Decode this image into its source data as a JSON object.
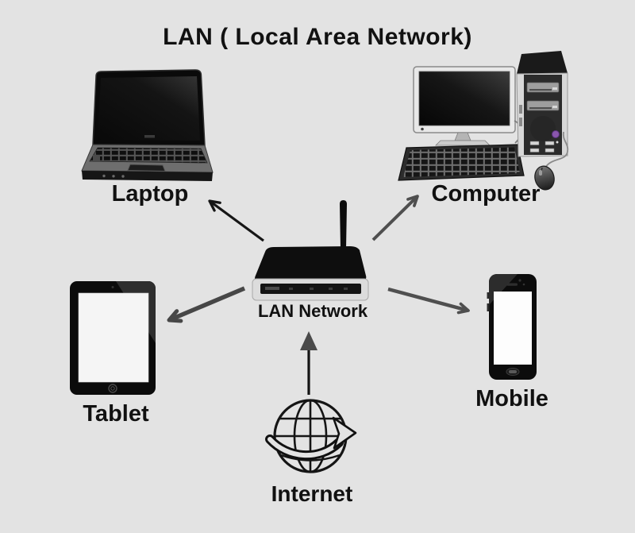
{
  "title": "LAN ( Local Area Network)",
  "router": {
    "label": "LAN Network"
  },
  "devices": {
    "laptop": {
      "label": "Laptop"
    },
    "computer": {
      "label": "Computer"
    },
    "tablet": {
      "label": "Tablet"
    },
    "mobile": {
      "label": "Mobile"
    },
    "internet": {
      "label": "Internet"
    }
  },
  "connections": [
    {
      "from": "LAN Network",
      "to": "Laptop"
    },
    {
      "from": "LAN Network",
      "to": "Computer"
    },
    {
      "from": "LAN Network",
      "to": "Tablet"
    },
    {
      "from": "LAN Network",
      "to": "Mobile"
    },
    {
      "from": "Internet",
      "to": "LAN Network"
    }
  ],
  "colors": {
    "background": "#e3e3e3",
    "text": "#111111",
    "arrow_dark": "#161616",
    "arrow_gray": "#4f4f4f"
  }
}
